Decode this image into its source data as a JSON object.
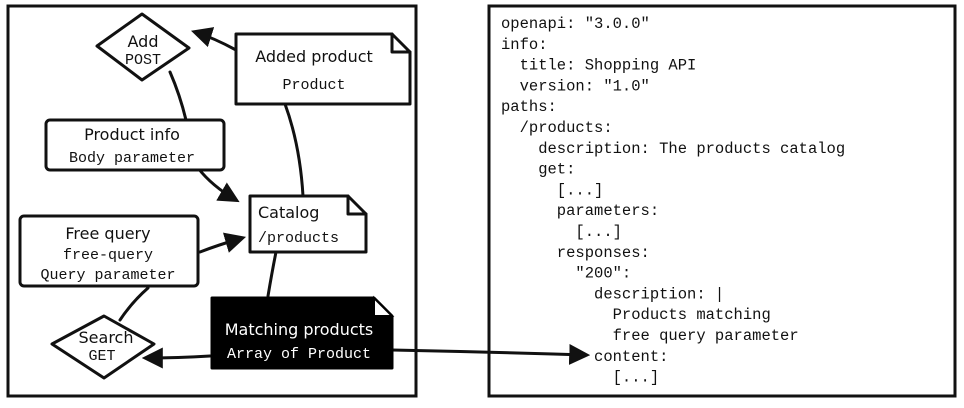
{
  "nodes": {
    "add": {
      "title": "Add",
      "subtitle": "POST"
    },
    "added_product": {
      "title": "Added product",
      "subtitle": "Product"
    },
    "product_info": {
      "title": "Product info",
      "subtitle": "Body parameter"
    },
    "catalog": {
      "title": "Catalog",
      "subtitle": "/products"
    },
    "free_query": {
      "title": "Free query",
      "line1": "free-query",
      "line2": "Query parameter"
    },
    "search": {
      "title": "Search",
      "subtitle": "GET"
    },
    "matching_products": {
      "title": "Matching products",
      "subtitle": "Array of Product"
    }
  },
  "code_lines": [
    "openapi: \"3.0.0\"",
    "info:",
    "  title: Shopping API",
    "  version: \"1.0\"",
    "paths:",
    "  /products:",
    "    description: The products catalog",
    "    get:",
    "      [...]",
    "      parameters:",
    "        [...]",
    "      responses:",
    "        \"200\":",
    "          description: |",
    "            Products matching",
    "            free query parameter",
    "          content:",
    "            [...]"
  ]
}
